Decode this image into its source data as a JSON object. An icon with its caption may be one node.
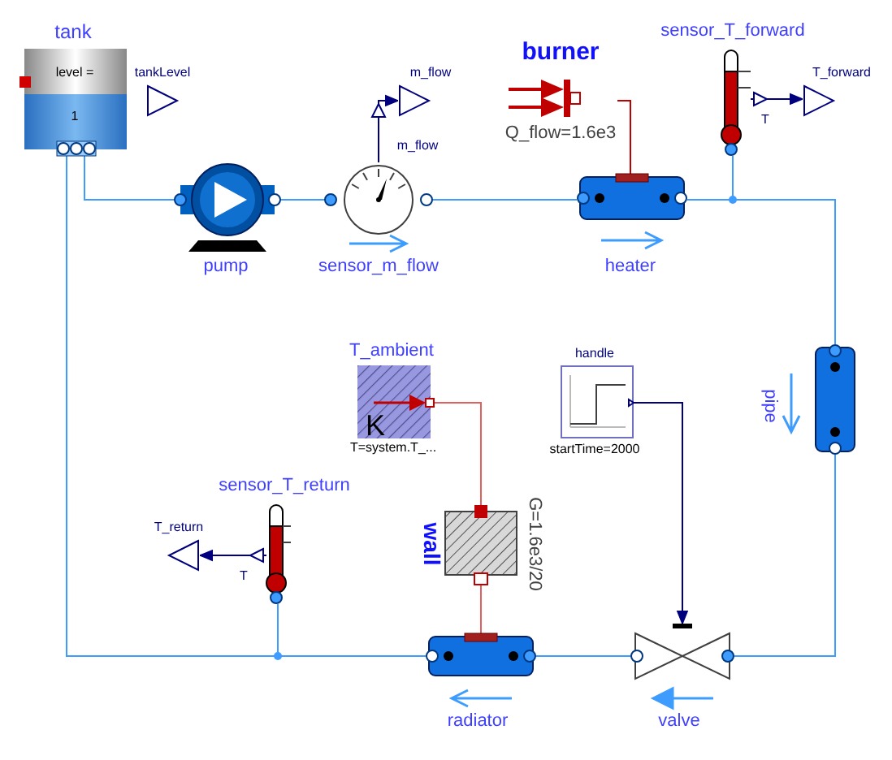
{
  "diagram": {
    "nodes": [
      {
        "text": [
          "tank",
          "level =",
          "1"
        ]
      },
      {
        "text": [
          "tankLevel"
        ]
      },
      {
        "text": [
          "pump"
        ]
      },
      {
        "text": [
          "sensor_m_flow"
        ]
      },
      {
        "text": [
          "m_flow"
        ]
      },
      {
        "text": [
          "burner"
        ],
        "beside": [
          "Q_flow=1.6e3"
        ]
      },
      {
        "text": [
          "heater"
        ]
      },
      {
        "text": [
          "sensor_T_forward"
        ]
      },
      {
        "text": [
          "T_forward"
        ]
      },
      {
        "text": [
          "pipe"
        ]
      },
      {
        "text": [
          "T_ambient",
          "K"
        ],
        "beside": [
          "T=system.T_..."
        ]
      },
      {
        "text": [
          "handle"
        ],
        "beside": [
          "startTime=2000"
        ]
      },
      {
        "text": [
          "sensor_T_return"
        ]
      },
      {
        "text": [
          "T_return"
        ]
      },
      {
        "text": [
          "wall"
        ],
        "beside": [
          "G=1.6e3/20"
        ]
      },
      {
        "text": [
          "radiator"
        ]
      },
      {
        "text": [
          "valve"
        ]
      }
    ],
    "edges": [
      {
        "from": 0,
        "to": 2,
        "arrow": "none"
      },
      {
        "from": 2,
        "to": 3,
        "arrow": "none"
      },
      {
        "from": 3,
        "to": 6,
        "arrow": "none"
      },
      {
        "from": 6,
        "to": 9,
        "arrow": "none"
      },
      {
        "from": 7,
        "to": 6,
        "arrow": "none"
      },
      {
        "from": 7,
        "to": 8,
        "arrow": "to",
        "color": "#00007f"
      },
      {
        "from": 3,
        "to": 4,
        "arrow": "to",
        "color": "#00007f"
      },
      {
        "from": 5,
        "to": 6,
        "arrow": "none",
        "color": "#bf0000"
      },
      {
        "from": 9,
        "to": 16,
        "arrow": "none"
      },
      {
        "from": 11,
        "to": 16,
        "arrow": "to",
        "color": "#00007f"
      },
      {
        "from": 16,
        "to": 15,
        "arrow": "none"
      },
      {
        "from": 10,
        "to": 14,
        "arrow": "none",
        "color": "#e06060"
      },
      {
        "from": 14,
        "to": 15,
        "arrow": "none",
        "color": "#e06060"
      },
      {
        "from": 15,
        "to": 0,
        "arrow": "none"
      },
      {
        "from": 12,
        "to": 15,
        "arrow": "none"
      },
      {
        "from": 12,
        "to": 13,
        "arrow": "to",
        "color": "#00007f"
      }
    ],
    "labels": [
      "m_flow",
      "T",
      "T"
    ]
  }
}
